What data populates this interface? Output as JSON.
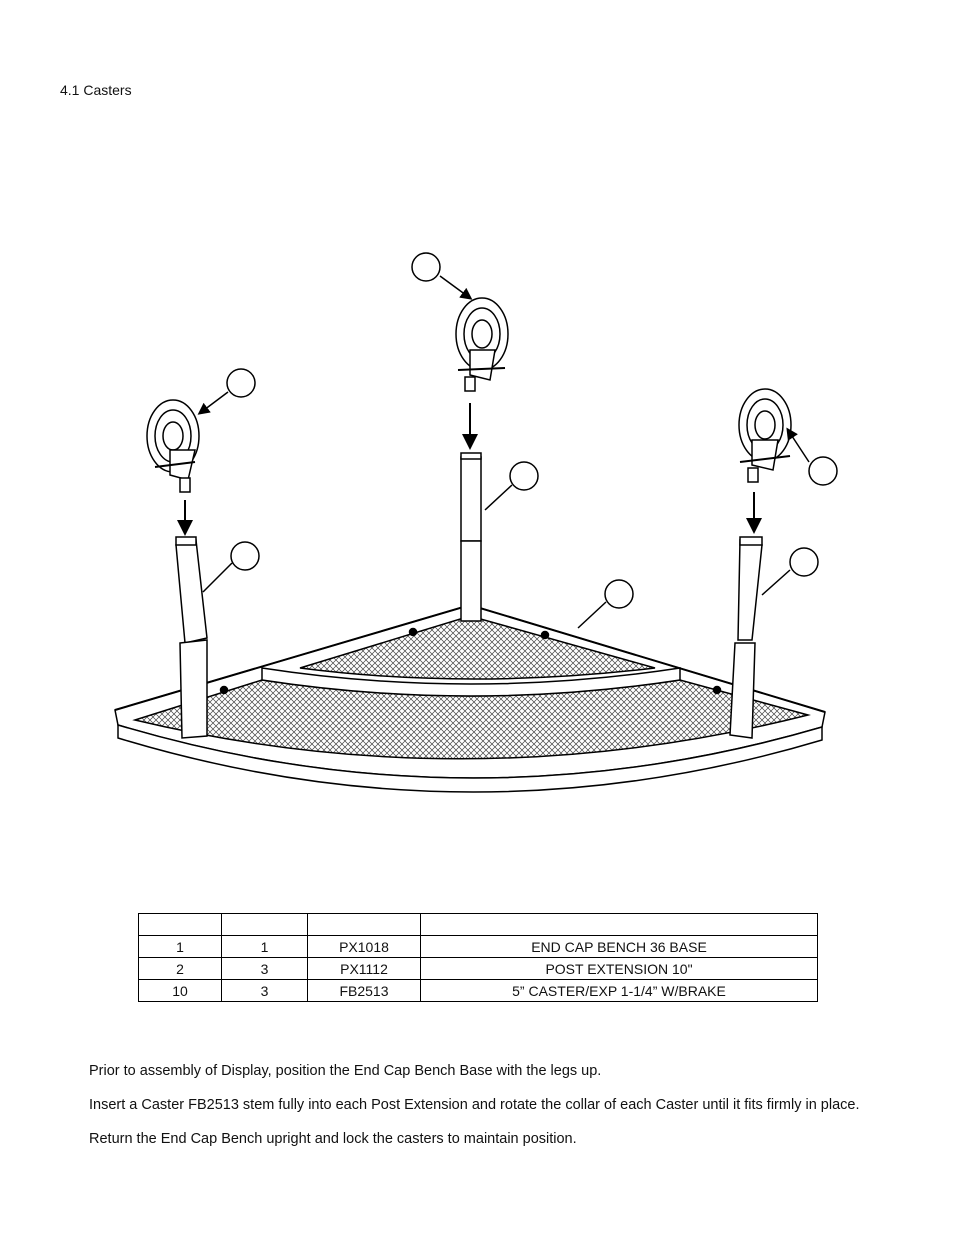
{
  "section": {
    "heading": "4.1 Casters"
  },
  "parts_table": {
    "headers": [
      "",
      "",
      "",
      ""
    ],
    "rows": [
      [
        "1",
        "1",
        "PX1018",
        "END CAP BENCH 36 BASE"
      ],
      [
        "2",
        "3",
        "PX1112",
        "POST EXTENSION 10\""
      ],
      [
        "10",
        "3",
        "FB2513",
        "5” CASTER/EXP 1-1/4” W/BRAKE"
      ]
    ]
  },
  "instructions": [
    "Prior to assembly of Display, position the End Cap Bench Base with the legs up.",
    "Insert a Caster FB2513 stem fully into each Post Extension and rotate the collar of each Caster until it fits firmly in place.",
    "Return the End Cap Bench upright and lock the casters to maintain position."
  ],
  "diagram": {
    "parts": [
      "end-cap-bench-base",
      "post-extension",
      "caster"
    ],
    "callouts": [
      "",
      "",
      "",
      "",
      "",
      "",
      ""
    ]
  }
}
